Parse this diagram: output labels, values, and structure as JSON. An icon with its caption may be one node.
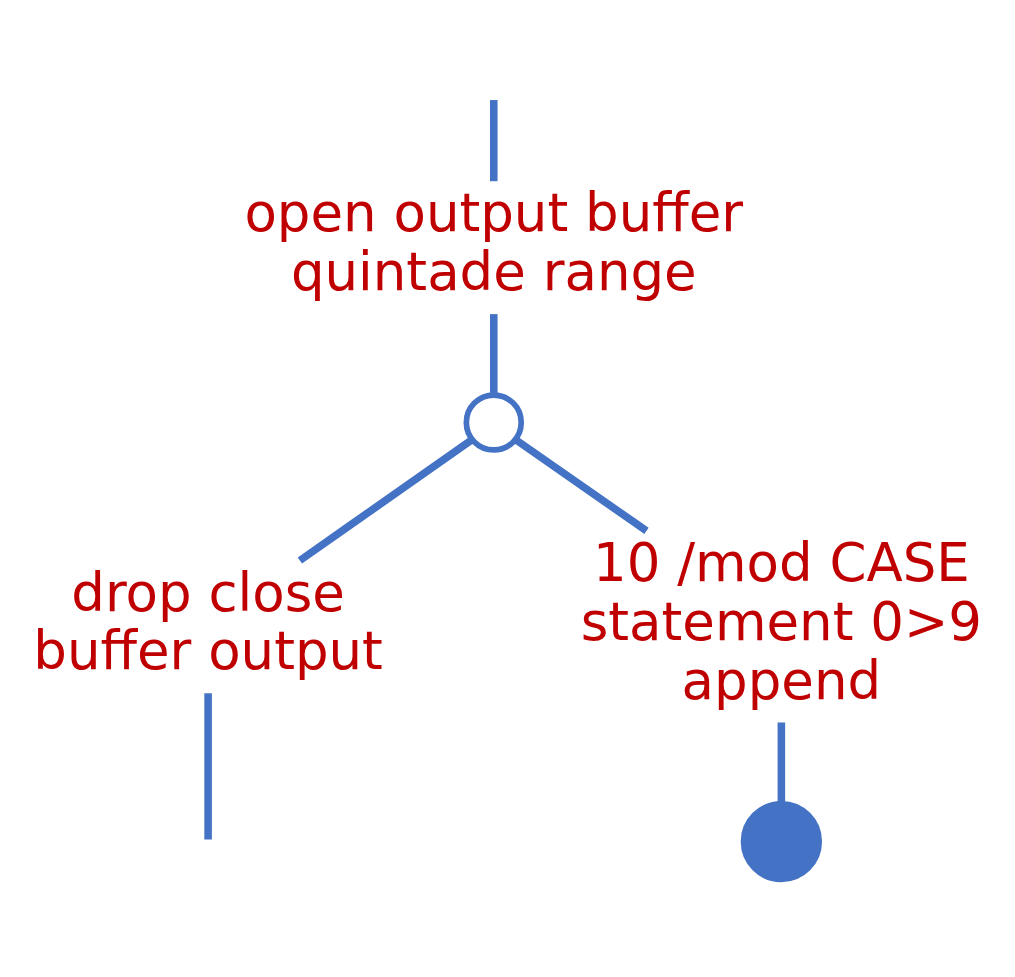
{
  "diagram": {
    "nodes": [
      {
        "text": [
          "open output buffer quintade range"
        ]
      },
      {
        "text": [],
        "shape": "circle"
      },
      {
        "text": [
          "drop close buffer output"
        ]
      },
      {
        "text": [
          "10 /mod CASE statement 0>9 append"
        ]
      },
      {
        "text": [],
        "shape": "circle"
      }
    ],
    "edges": [
      {
        "from": null,
        "to": 0,
        "arrow": "none"
      },
      {
        "from": 0,
        "to": 1,
        "arrow": "none"
      },
      {
        "from": 1,
        "to": 2,
        "arrow": "none"
      },
      {
        "from": 1,
        "to": 3,
        "arrow": "none"
      },
      {
        "from": 2,
        "to": null,
        "arrow": "none"
      },
      {
        "from": 3,
        "to": 4,
        "arrow": "none"
      }
    ]
  }
}
